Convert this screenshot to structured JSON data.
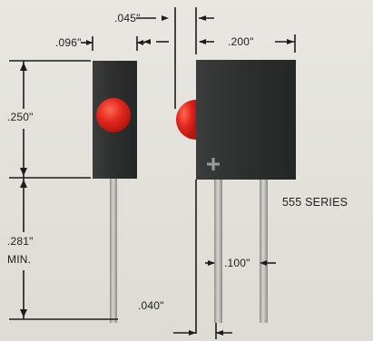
{
  "dimensions": {
    "led_width": ".096\"",
    "offset": ".045\"",
    "body_width": ".200\"",
    "body_height": ".250\"",
    "lead_length_value": ".281\"",
    "lead_length_suffix": "MIN.",
    "lead_spacing": ".100\"",
    "lead_inset": ".040\""
  },
  "series_label": "555 SERIES",
  "colors": {
    "background": "#e4e2dc",
    "housing": "#2d302f",
    "led_red": "#e0261e",
    "lead": "#b3b3b0",
    "line": "#1c1c1c"
  },
  "icons": {
    "polarity_mark": "plus-mark-icon"
  }
}
